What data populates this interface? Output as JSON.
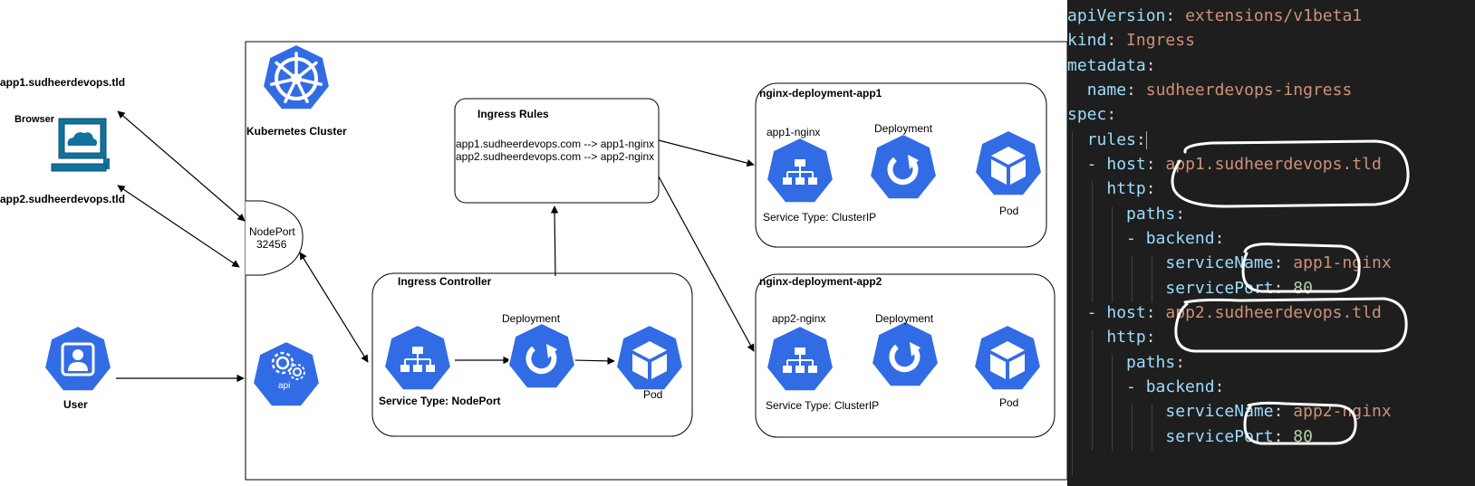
{
  "diagram": {
    "external": {
      "app1_host": "app1.sudheerdevops.tld",
      "app2_host": "app2.sudheerdevops.tld",
      "browser_label": "Browser",
      "user_label": "User"
    },
    "cluster": {
      "title": "Kubernetes Cluster",
      "nodeport_label": "NodePort",
      "nodeport_value": "32456",
      "api_label": "api"
    },
    "ingress_rules": {
      "title": "Ingress Rules",
      "rule1": "app1.sudheerdevops.com --> app1-nginx",
      "rule2": "app2.sudheerdevops.com --> app2-nginx"
    },
    "ingress_controller": {
      "title": "Ingress Controller",
      "service_type": "Service Type: NodePort",
      "deployment_label": "Deployment",
      "pod_label": "Pod"
    },
    "app1": {
      "title": "nginx-deployment-app1",
      "service_name": "app1-nginx",
      "service_type": "Service Type: ClusterIP",
      "deployment_label": "Deployment",
      "pod_label": "Pod"
    },
    "app2": {
      "title": "nginx-deployment-app2",
      "service_name": "app2-nginx",
      "service_type": "Service Type: ClusterIP",
      "deployment_label": "Deployment",
      "pod_label": "Pod"
    },
    "colors": {
      "k8s_blue": "#326ce5",
      "browser_teal": "#10739e",
      "line": "#000000"
    }
  },
  "yaml": {
    "colors": {
      "background": "#1e1e1e",
      "key": "#9cdcfe",
      "string": "#ce9178",
      "number": "#b5cea8",
      "punct": "#d4d4d4"
    },
    "l1_key": "apiVersion",
    "l1_val": "extensions/v1beta1",
    "l2_key": "kind",
    "l2_val": "Ingress",
    "l3_key": "metadata",
    "l4_key": "name",
    "l4_val": "sudheerdevops-ingress",
    "l5_key": "spec",
    "l6_key": "rules",
    "l7_key": "host",
    "l7_val": "app1.sudheerdevops.tld",
    "l8_key": "http",
    "l9_key": "paths",
    "l10_key": "backend",
    "l11_key": "serviceName",
    "l11_val": "app1-nginx",
    "l12_key": "servicePort",
    "l12_val": "80",
    "l13_key": "host",
    "l13_val": "app2.sudheerdevops.tld",
    "l14_key": "http",
    "l15_key": "paths",
    "l16_key": "backend",
    "l17_key": "serviceName",
    "l17_val": "app2-nginx",
    "l18_key": "servicePort",
    "l18_val": "80"
  }
}
